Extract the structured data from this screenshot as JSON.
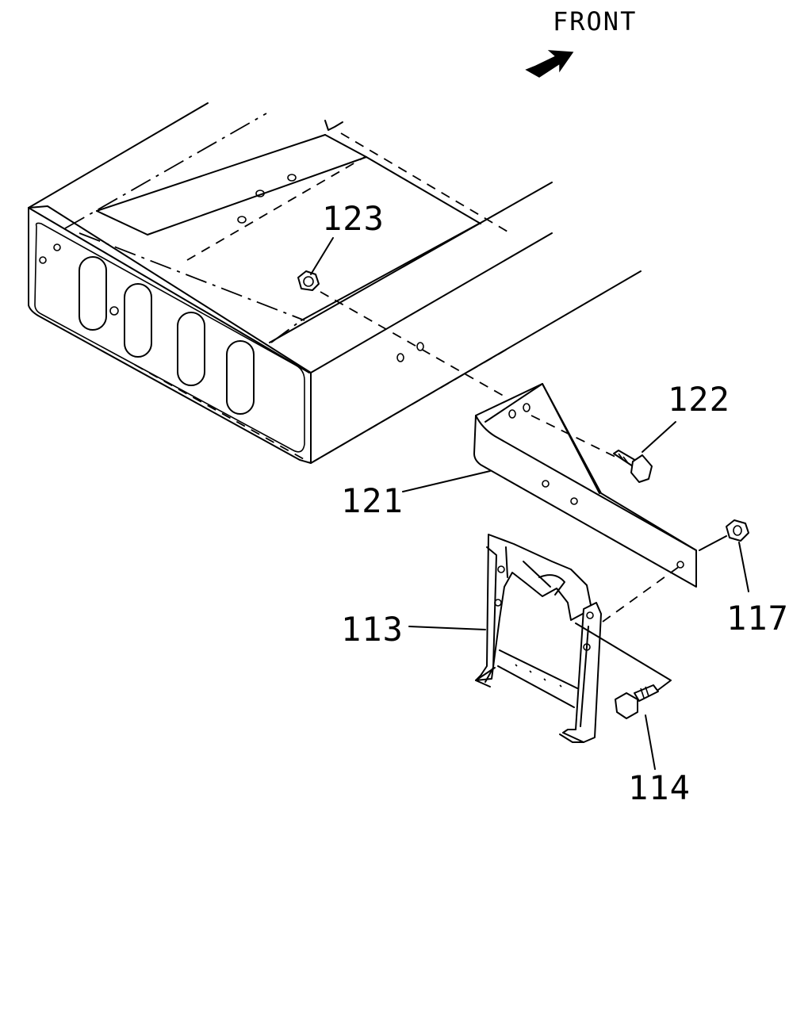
{
  "direction": {
    "label": "FRONT",
    "icon": "arrow-front-icon"
  },
  "callouts": [
    {
      "id": "part-123",
      "number": "123"
    },
    {
      "id": "part-122",
      "number": "122"
    },
    {
      "id": "part-121",
      "number": "121"
    },
    {
      "id": "part-117",
      "number": "117"
    },
    {
      "id": "part-113",
      "number": "113"
    },
    {
      "id": "part-114",
      "number": "114"
    }
  ]
}
